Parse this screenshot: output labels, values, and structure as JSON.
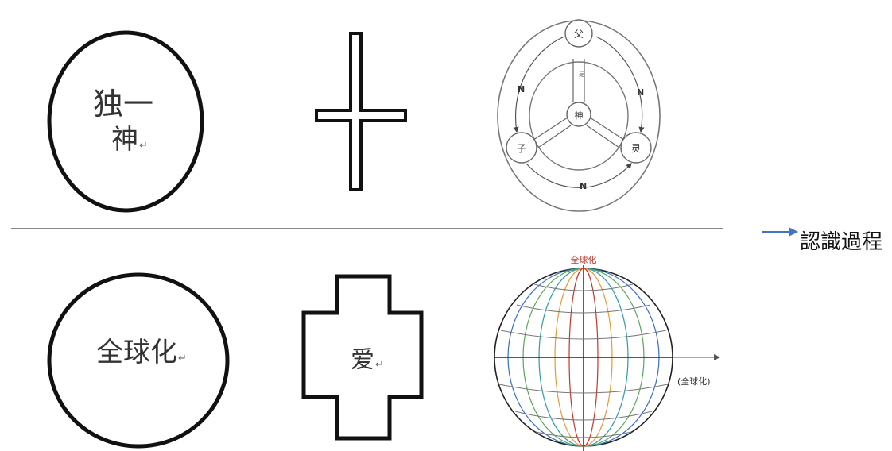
{
  "top_row": {
    "circle_text_line1": "独一",
    "circle_text_line2": "神",
    "return_mark": "↵",
    "trinity": {
      "father": "父",
      "son": "子",
      "spirit": "灵",
      "god": "神",
      "is_label": "是",
      "not_label": "N"
    }
  },
  "bottom_row": {
    "circle_text": "全球化",
    "cross_text": "爱",
    "return_mark": "↵",
    "globe_top_label": "全球化",
    "globe_axis_label": "(全球化)"
  },
  "side": {
    "label": "認識過程",
    "arrow_color": "#4472c4"
  },
  "colors": {
    "line": "#111111",
    "globe_red": "#c0392b",
    "globe_blue": "#3a6fc4",
    "globe_teal": "#2e9ca6",
    "globe_orange": "#e39b3a",
    "globe_green": "#5aa55a"
  }
}
